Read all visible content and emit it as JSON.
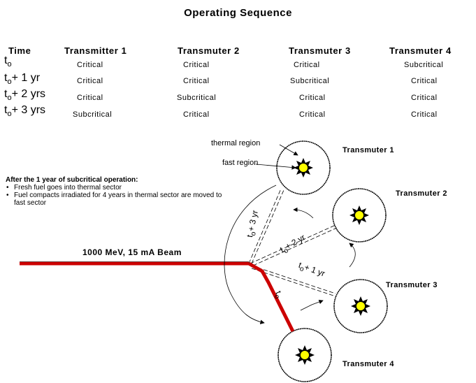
{
  "title": "Operating Sequence",
  "table": {
    "headers": [
      "Time",
      "Transmitter 1",
      "Transmuter 2",
      "Transmuter 3",
      "Transmuter 4"
    ],
    "rows": [
      {
        "time_base": "t",
        "time_sub": "o",
        "time_suffix": "",
        "cells": [
          "Critical",
          "Critical",
          "Critical",
          "Subcritical"
        ]
      },
      {
        "time_base": "t",
        "time_sub": "o",
        "time_suffix": "+ 1 yr",
        "cells": [
          "Critical",
          "Critical",
          "Subcritical",
          "Critical"
        ]
      },
      {
        "time_base": "t",
        "time_sub": "o",
        "time_suffix": "+ 2 yrs",
        "cells": [
          "Critical",
          "Subcritical",
          "Critical",
          "Critical"
        ]
      },
      {
        "time_base": "t",
        "time_sub": "o",
        "time_suffix": "+ 3 yrs",
        "cells": [
          "Subcritical",
          "Critical",
          "Critical",
          "Critical"
        ]
      }
    ]
  },
  "note": {
    "title": "After the 1 year of subcritical operation:",
    "bullets": [
      "Fresh fuel goes into thermal sector",
      "Fuel compacts irradiated for 4 years in thermal sector are moved to fast sector"
    ]
  },
  "diagram": {
    "labels": {
      "thermal_region": "thermal region",
      "fast_region": "fast region",
      "beam": "1000 MeV, 15 mA Beam",
      "t3": "t",
      "t3_sub": "o",
      "t3_suffix": "+ 3 yr",
      "t2": "t",
      "t2_sub": "o",
      "t2_suffix": "+ 2 yr",
      "t1": "t",
      "t1_sub": "o",
      "t1_suffix": "+ 1 yr",
      "t0": "t",
      "t0_sub": "o"
    },
    "transmuters": [
      "Transmuter 1",
      "Transmuter 2",
      "Transmuter 3",
      "Transmuter 4"
    ],
    "colors": {
      "beam": "#cc0000",
      "core": "#ffff00",
      "spikes": "#000000"
    }
  }
}
